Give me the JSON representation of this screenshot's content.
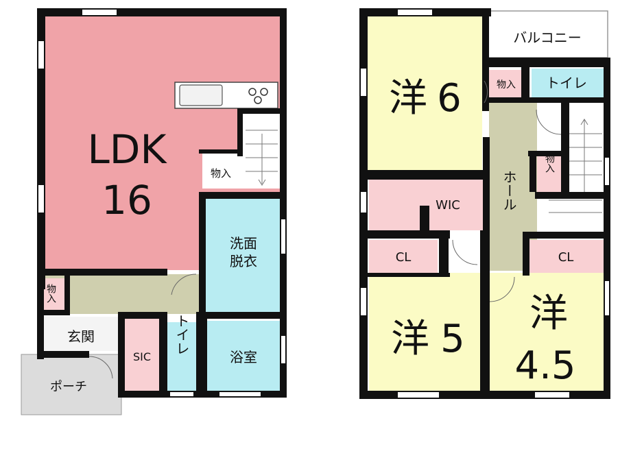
{
  "floor1": {
    "ldk_name": "LDK",
    "ldk_size": "16",
    "storage_mono_iri": "物入",
    "storage_mono_iri_2": "物入",
    "wash_line1": "洗面",
    "wash_line2": "脱衣",
    "entrance": "玄関",
    "sic": "SIC",
    "toilet": "トイレ",
    "bath": "浴室",
    "porch": "ポーチ"
  },
  "floor2": {
    "balcony": "バルコニー",
    "bedroom_6_name": "洋",
    "bedroom_6_size": "6",
    "storage_mono_iri": "物入",
    "toilet": "トイレ",
    "wic": "WIC",
    "hall": "ホール",
    "storage_mono_iri_2": "物入",
    "closet_1": "CL",
    "closet_2": "CL",
    "bedroom_5_name": "洋",
    "bedroom_5_size": "5",
    "bedroom_45_name": "洋",
    "bedroom_45_size": "4.5"
  },
  "colors": {
    "ldk": "#f0a3a8",
    "wet": "#b8ecf2",
    "yellow": "#fbfbc5",
    "storage": "#f9d0d3",
    "hall": "#cfcfae",
    "porch": "#dcdcdc",
    "wall": "#111111"
  }
}
